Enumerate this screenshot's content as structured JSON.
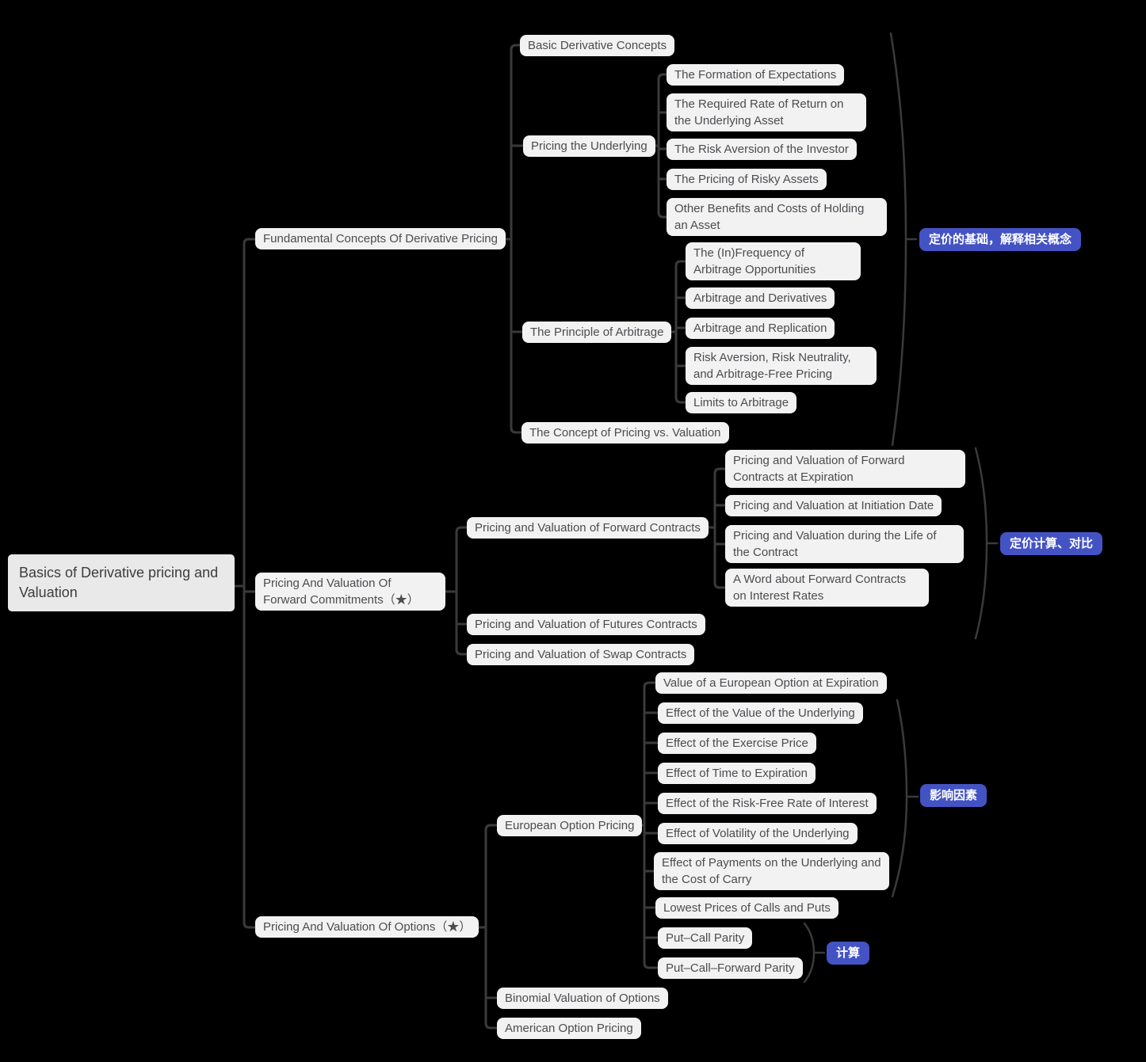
{
  "colors": {
    "background": "#000000",
    "node_bg": "#f2f2f2",
    "node_text": "#4c4c51",
    "root_bg": "#e9e9e9",
    "annotation_bg": "#4453c4",
    "annotation_text": "#ffffff",
    "connector": "#3a3a3a"
  },
  "root": {
    "label": "Basics of Derivative pricing and Valuation"
  },
  "tree": [
    {
      "label": "Fundamental Concepts Of Derivative Pricing",
      "annotation": "定价的基础，解释相关概念",
      "children": [
        {
          "label": "Basic Derivative Concepts"
        },
        {
          "label": "Pricing the Underlying",
          "children": [
            {
              "label": "The Formation of Expectations"
            },
            {
              "label": "The Required Rate of Return on the Underlying Asset"
            },
            {
              "label": "The Risk Aversion of the Investor"
            },
            {
              "label": "The Pricing of Risky Assets"
            },
            {
              "label": "Other Benefits and Costs of Holding an Asset"
            }
          ]
        },
        {
          "label": "The Principle of Arbitrage",
          "children": [
            {
              "label": "The (In)Frequency of Arbitrage Opportunities"
            },
            {
              "label": "Arbitrage and Derivatives"
            },
            {
              "label": "Arbitrage and Replication"
            },
            {
              "label": "Risk Aversion, Risk Neutrality, and Arbitrage-Free Pricing"
            },
            {
              "label": "Limits to Arbitrage"
            }
          ]
        },
        {
          "label": "The Concept of Pricing vs. Valuation"
        }
      ]
    },
    {
      "label": "Pricing And Valuation Of Forward Commitments（★）",
      "annotation": "定价计算、对比",
      "children": [
        {
          "label": "Pricing and Valuation of Forward Contracts",
          "children": [
            {
              "label": "Pricing and Valuation of Forward Contracts at Expiration"
            },
            {
              "label": "Pricing and Valuation at Initiation Date"
            },
            {
              "label": "Pricing and Valuation during the Life of the Contract"
            },
            {
              "label": "A Word about Forward Contracts on Interest Rates"
            }
          ]
        },
        {
          "label": "Pricing and Valuation of Futures Contracts"
        },
        {
          "label": "Pricing and Valuation of Swap Contracts"
        }
      ]
    },
    {
      "label": "Pricing And Valuation Of Options（★）",
      "annotation": "影响因素",
      "annotation_calc": "计算",
      "children": [
        {
          "label": "European Option Pricing",
          "children": [
            {
              "label": "Value of a European Option at Expiration"
            },
            {
              "label": "Effect of the Value of the Underlying"
            },
            {
              "label": "Effect of the Exercise Price"
            },
            {
              "label": "Effect of Time to Expiration"
            },
            {
              "label": "Effect of the Risk-Free Rate of Interest"
            },
            {
              "label": "Effect of Volatility of the Underlying"
            },
            {
              "label": "Effect of Payments on the Underlying and the Cost of Carry"
            },
            {
              "label": "Lowest Prices of Calls and Puts"
            },
            {
              "label": "Put–Call Parity"
            },
            {
              "label": "Put–Call–Forward Parity"
            }
          ]
        },
        {
          "label": "Binomial Valuation of Options"
        },
        {
          "label": "American Option Pricing"
        }
      ]
    }
  ]
}
